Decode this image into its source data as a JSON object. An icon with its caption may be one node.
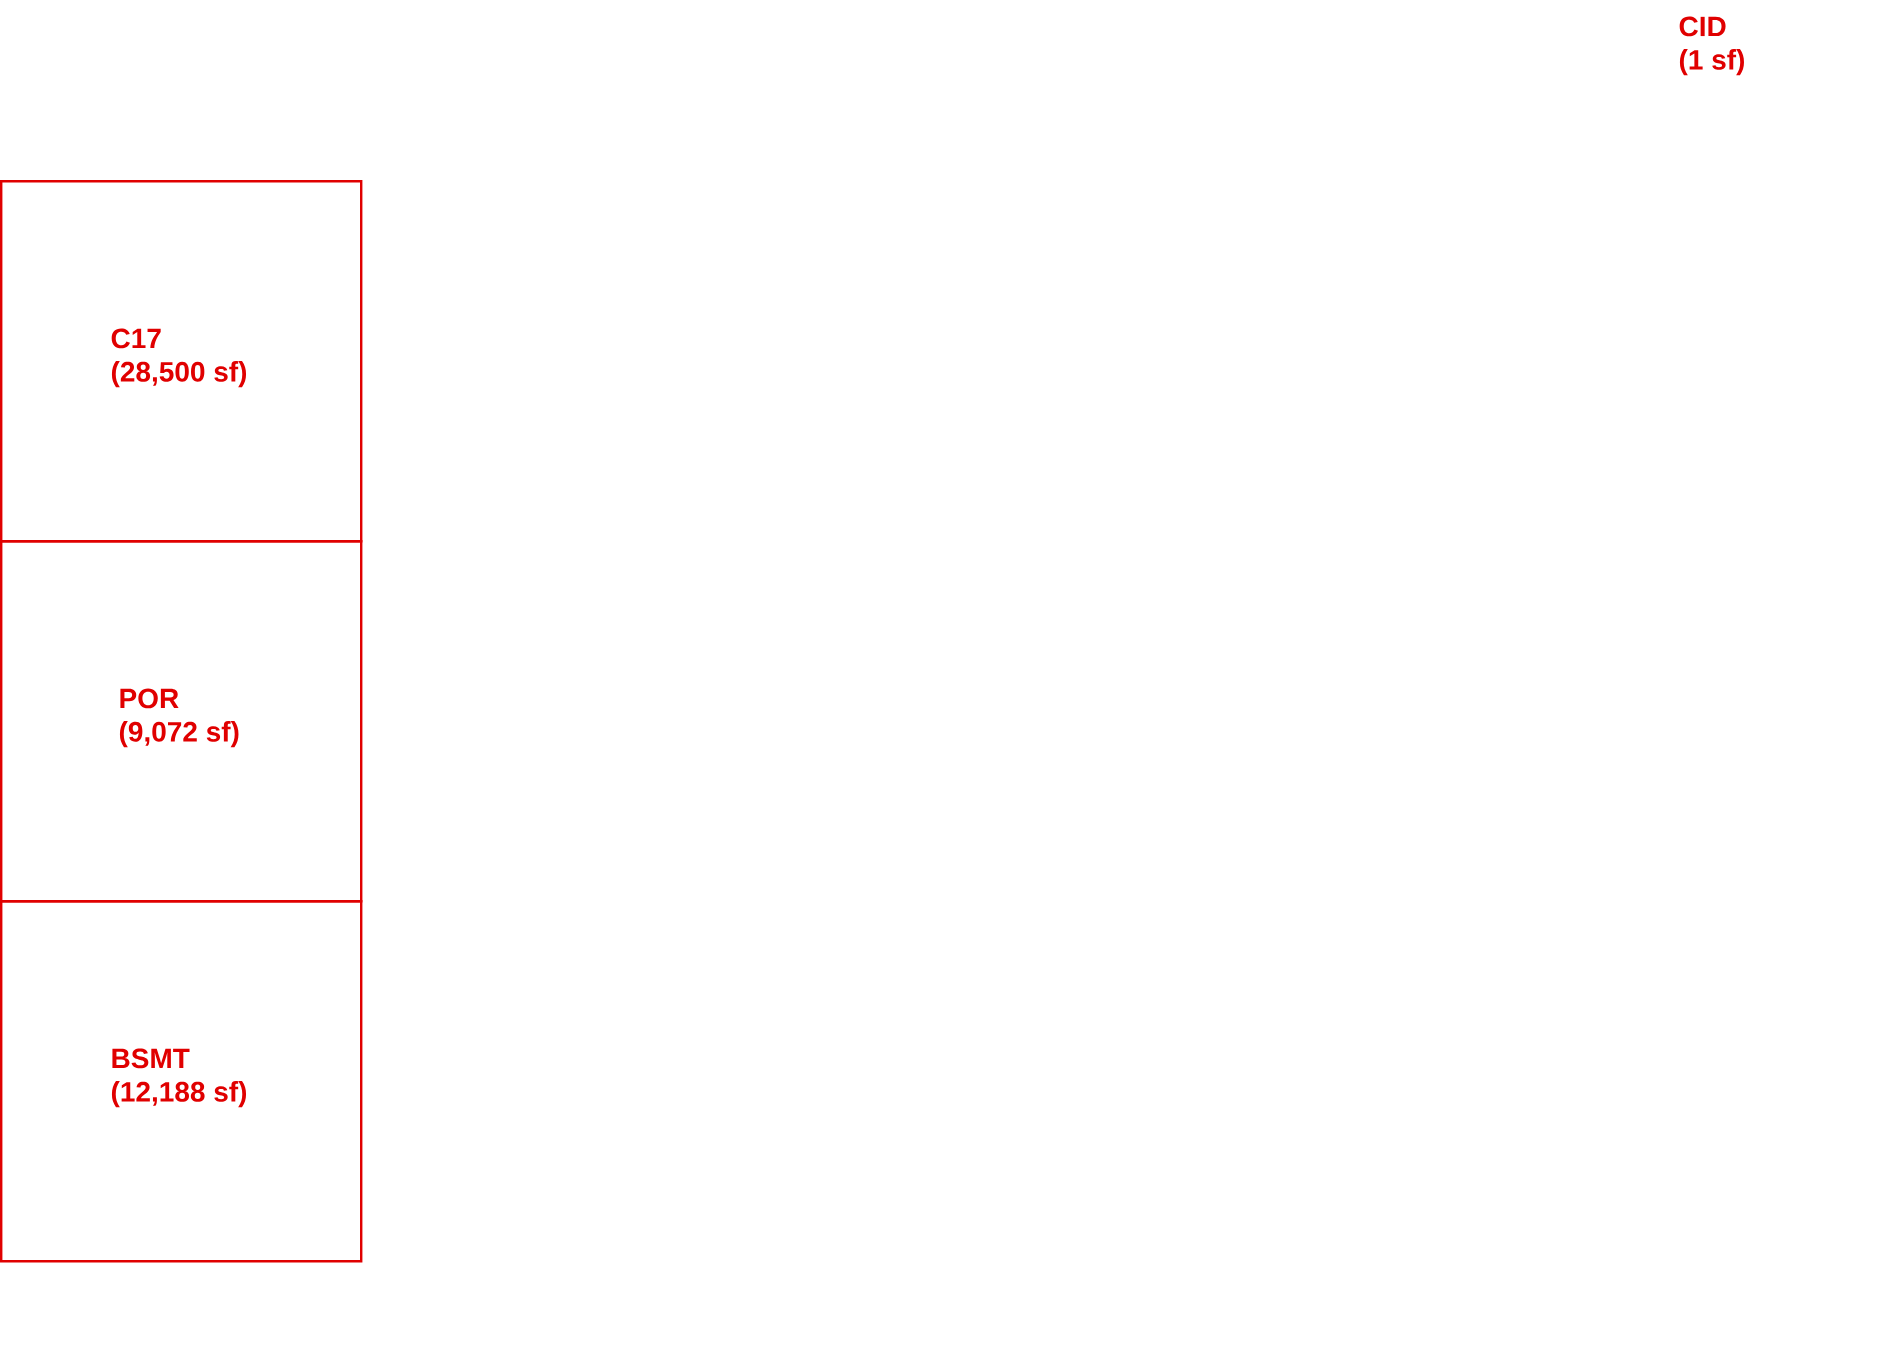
{
  "diagram": {
    "nodes": [
      {
        "text": [
          "C17",
          "(28,500 sf)"
        ]
      },
      {
        "text": [
          "POR",
          "(9,072 sf)"
        ]
      },
      {
        "text": [
          "BSMT",
          "(12,188 sf)"
        ]
      }
    ],
    "labels": [
      "CID",
      "(1 sf)"
    ]
  }
}
